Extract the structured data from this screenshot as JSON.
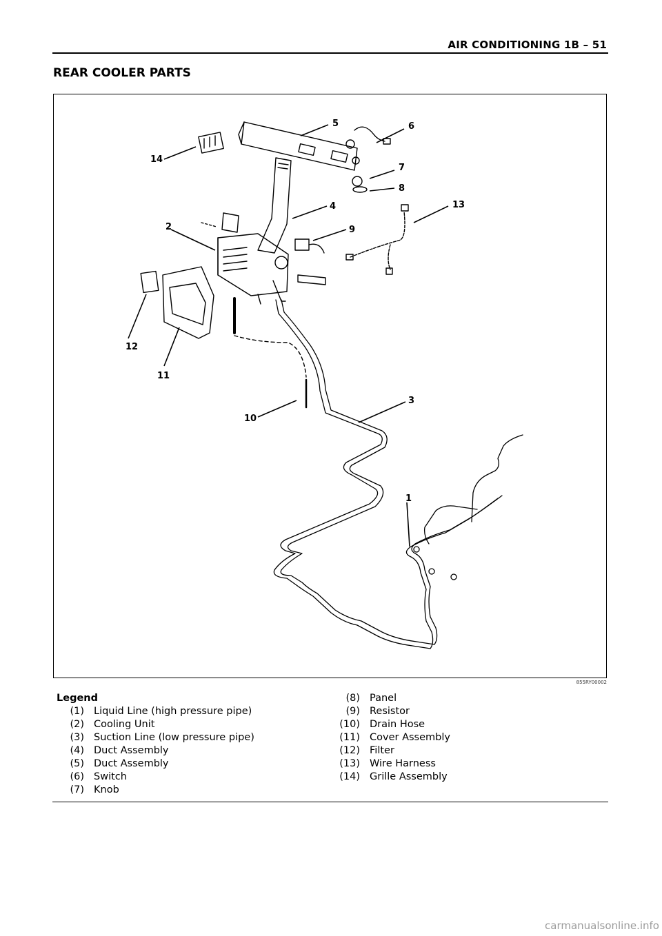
{
  "header": {
    "title": "AIR CONDITIONING  1B – 51"
  },
  "section": {
    "title": "REAR COOLER PARTS"
  },
  "figure": {
    "code": "855RY00002",
    "callouts": [
      "5",
      "6",
      "14",
      "7",
      "8",
      "4",
      "13",
      "2",
      "9",
      "12",
      "11",
      "3",
      "10",
      "1"
    ]
  },
  "legend": {
    "heading": "Legend",
    "left": [
      {
        "num": "(1)",
        "text": "Liquid Line (high pressure pipe)"
      },
      {
        "num": "(2)",
        "text": "Cooling Unit"
      },
      {
        "num": "(3)",
        "text": "Suction Line (low pressure pipe)"
      },
      {
        "num": "(4)",
        "text": "Duct Assembly"
      },
      {
        "num": "(5)",
        "text": "Duct Assembly"
      },
      {
        "num": "(6)",
        "text": "Switch"
      },
      {
        "num": "(7)",
        "text": "Knob"
      }
    ],
    "right": [
      {
        "num": "(8)",
        "text": "Panel"
      },
      {
        "num": "(9)",
        "text": "Resistor"
      },
      {
        "num": "(10)",
        "text": "Drain Hose"
      },
      {
        "num": "(11)",
        "text": "Cover Assembly"
      },
      {
        "num": "(12)",
        "text": "Filter"
      },
      {
        "num": "(13)",
        "text": "Wire Harness"
      },
      {
        "num": "(14)",
        "text": "Grille Assembly"
      }
    ]
  },
  "watermark": "carmanualsonline.info"
}
